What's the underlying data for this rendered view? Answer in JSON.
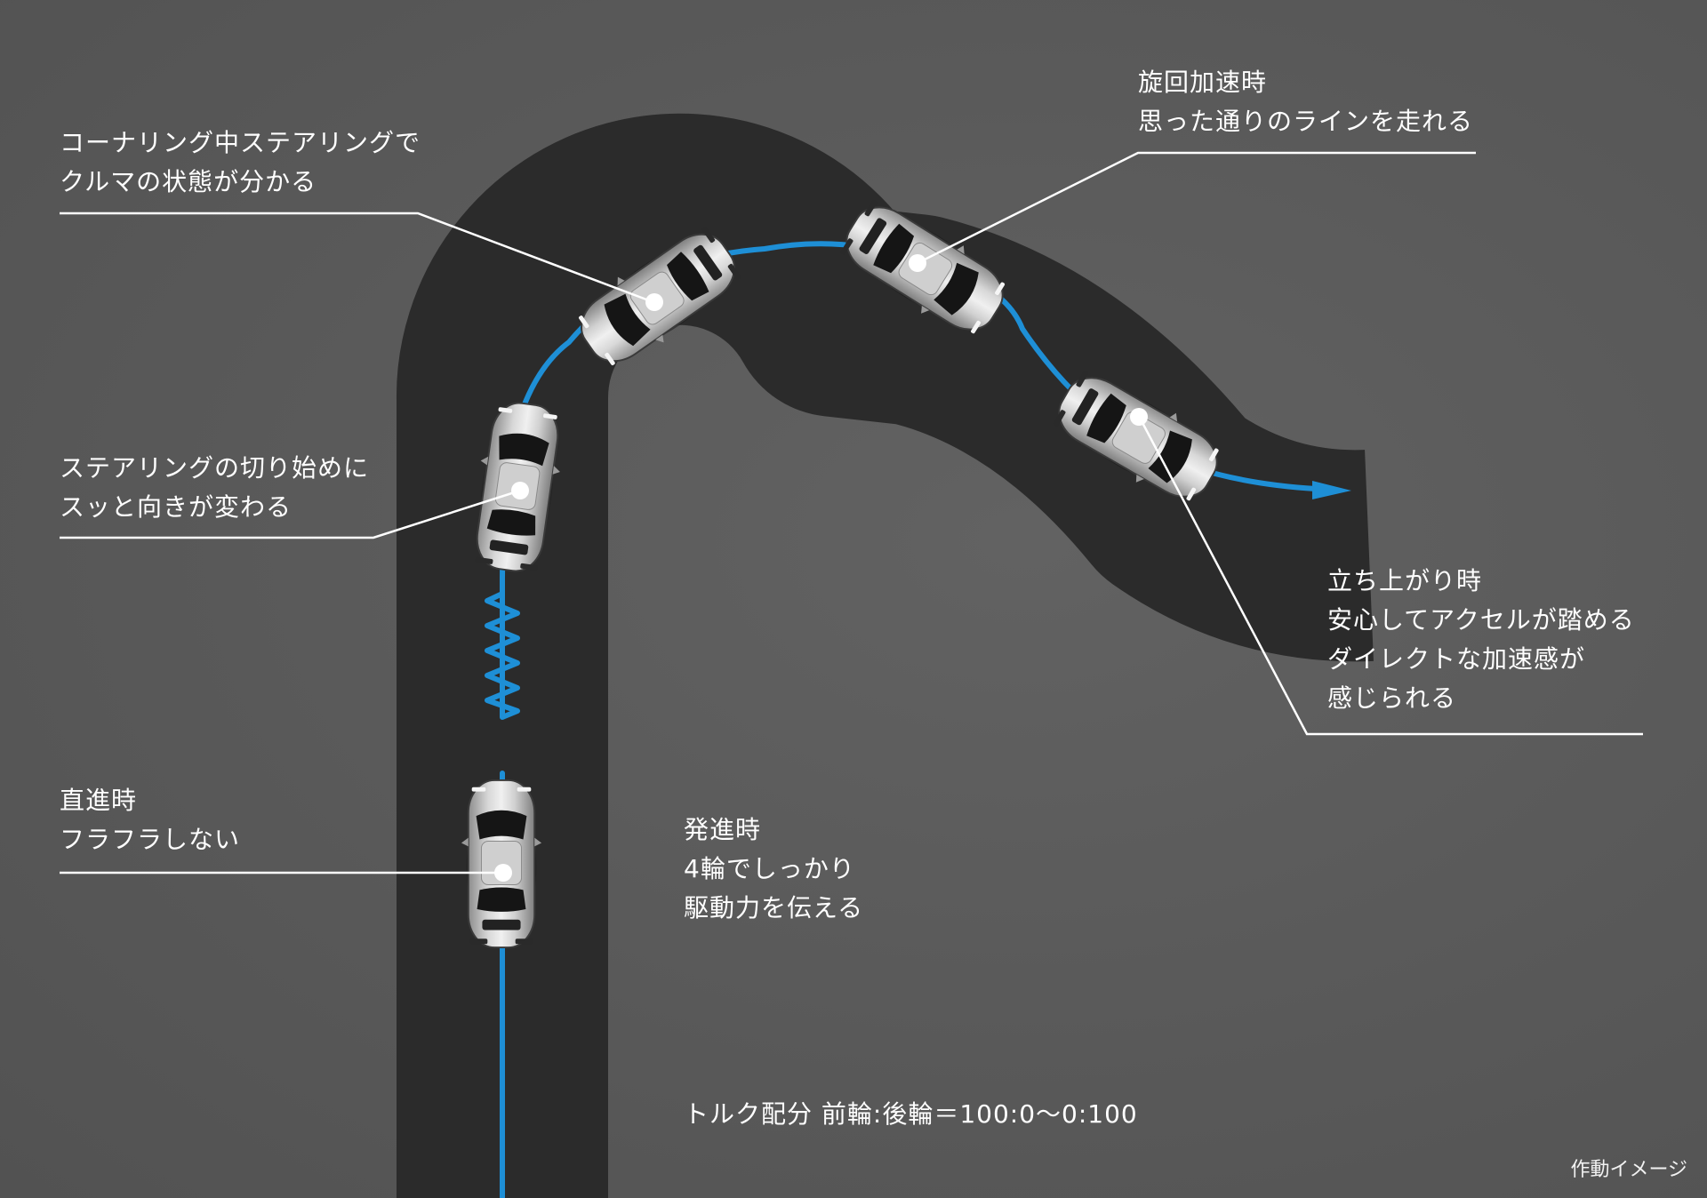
{
  "callouts": {
    "cornering": [
      "コーナリング中ステアリングで",
      "クルマの状態が分かる"
    ],
    "turn_in": [
      "ステアリングの切り始めに",
      "スッと向きが変わる"
    ],
    "straight": [
      "直進時",
      "フラフラしない"
    ],
    "launch": [
      "発進時",
      "4輪でしっかり",
      "駆動力を伝える"
    ],
    "turn_accel": [
      "旋回加速時",
      "思った通りのラインを走れる"
    ],
    "exit": [
      "立ち上がり時",
      "安心してアクセルが踏める",
      "ダイレクトな加速感が",
      "感じられる"
    ]
  },
  "torque": "トルク配分 前輪:後輪＝100:0〜0:100",
  "footnote": "作動イメージ",
  "colors": {
    "background": "#5a5a5a",
    "road": "#2b2b2b",
    "path": "#1e8fd6",
    "line": "#ffffff"
  },
  "icons": [
    "car-icon",
    "spring-icon",
    "arrow-icon"
  ]
}
